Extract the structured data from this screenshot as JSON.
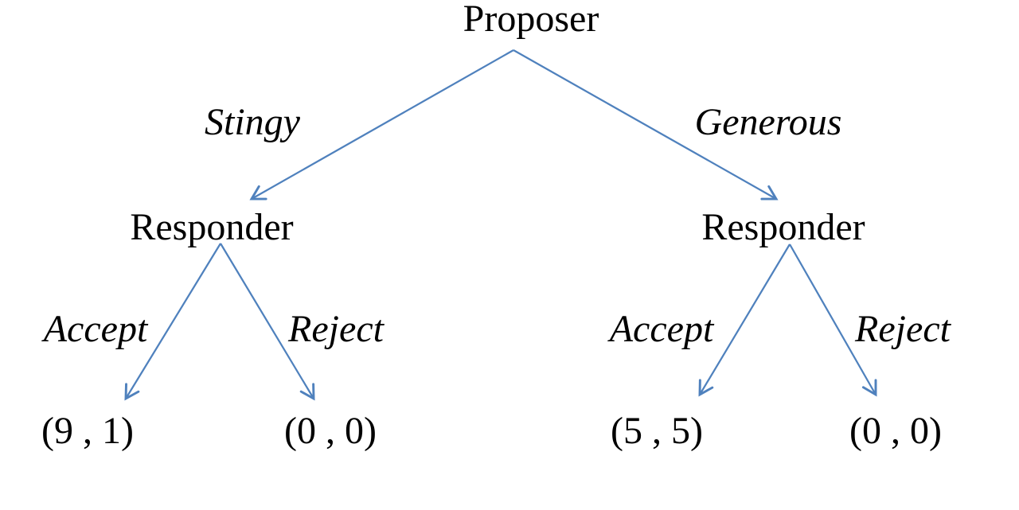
{
  "diagram": {
    "type": "game-tree",
    "root": {
      "label": "Proposer"
    },
    "subtrees": [
      {
        "branch_label": "Stingy",
        "node_label": "Responder",
        "choices": [
          {
            "label": "Accept",
            "payoff": "(9 , 1)"
          },
          {
            "label": "Reject",
            "payoff": "(0 , 0)"
          }
        ]
      },
      {
        "branch_label": "Generous",
        "node_label": "Responder",
        "choices": [
          {
            "label": "Accept",
            "payoff": "(5 , 5)"
          },
          {
            "label": "Reject",
            "payoff": "(0 , 0)"
          }
        ]
      }
    ],
    "colors": {
      "arrow": "#4f81bd",
      "text": "#000000",
      "background": "#ffffff"
    }
  }
}
